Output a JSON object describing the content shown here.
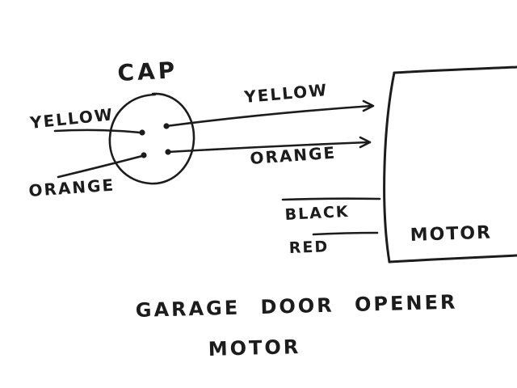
{
  "diagram": {
    "title_implied": "hand-drawn garage door opener motor wiring sketch",
    "cap_label": "CAP",
    "left_wires": {
      "yellow_label": "YELLOW",
      "orange_label": "ORANGE"
    },
    "right_wires": {
      "yellow_label": "YELLOW",
      "orange_label": "ORANGE"
    },
    "motor_wires": {
      "black_label": "BLACK",
      "red_label": "RED"
    },
    "motor_box_label": "MOTOR",
    "caption": {
      "line1": "GARAGE  DOOR  OPENER",
      "line2": "MOTOR"
    },
    "colors": {
      "ink": "#1c1c1c",
      "background": "#ffffff"
    }
  }
}
